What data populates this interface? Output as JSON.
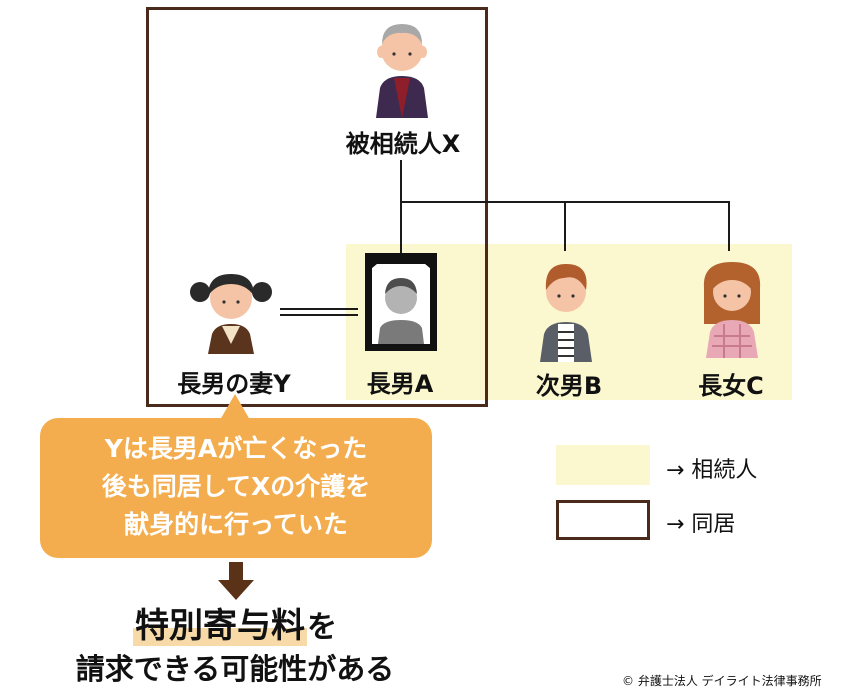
{
  "persons": {
    "x": "被相続人X",
    "wife_y": "長男の妻Y",
    "son_a": "長男A",
    "son_b": "次男B",
    "daughter_c": "長女C"
  },
  "bubble": {
    "line1": "Yは長男Aが亡くなった",
    "line2": "後も同居してXの介護を",
    "line3": "献身的に行っていた"
  },
  "result": {
    "highlight": "特別寄与料",
    "suffix": "を",
    "line2": "請求できる可能性がある"
  },
  "legend": {
    "heirs": "→ 相続人",
    "cohabitation": "→ 同居"
  },
  "copyright": "© 弁護士法人 デイライト法律事務所",
  "colors": {
    "heirs_fill": "#fbf8cf",
    "cohab_border": "#4a2a1a",
    "bubble": "#f3ad4e",
    "arrow": "#5a3218",
    "highlight": "#f8d9a8"
  }
}
